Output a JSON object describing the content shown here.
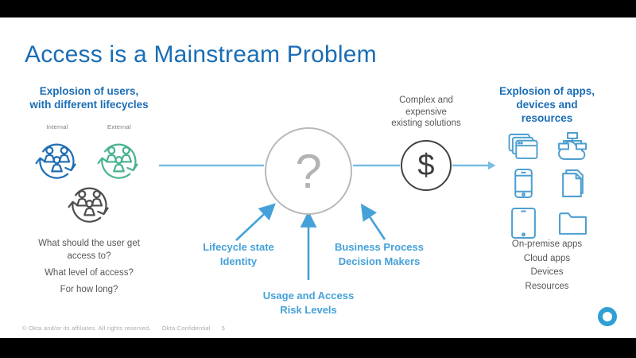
{
  "title": "Access is a Mainstream Problem",
  "colors": {
    "title_blue": "#1a6db5",
    "accent_blue": "#45a1d9",
    "line_blue": "#79bde3",
    "teal_icon": "#4ab38d",
    "dark_icon": "#4d4e50",
    "body_gray": "#565759",
    "muted_gray": "#a9abae",
    "circle_gray": "#b9b9b9",
    "okta_blue": "#2f9fd6",
    "right_icon_blue": "#4f9fd0"
  },
  "left": {
    "heading": [
      "Explosion of users,",
      "with different lifecycles"
    ],
    "icon_labels": [
      "Internal",
      "External"
    ],
    "icons": [
      "lifecycle-users-internal",
      "lifecycle-users-external",
      "lifecycle-users-other"
    ],
    "questions": [
      "What should the user get access to?",
      "What level of access?",
      "For how long?"
    ]
  },
  "center": {
    "question_mark": "?",
    "dollar_sign": "$",
    "cost_caption": [
      "Complex and",
      "expensive",
      "existing solutions"
    ],
    "factors": {
      "lifecycle": [
        "Lifecycle state",
        "Identity"
      ],
      "usage": [
        "Usage and Access",
        "Risk Levels"
      ],
      "business": [
        "Business Process",
        "Decision Makers"
      ]
    }
  },
  "right": {
    "heading": [
      "Explosion of apps,",
      "devices and",
      "resources"
    ],
    "icons": [
      "app-windows",
      "cloud-network",
      "smartphone",
      "documents",
      "tablet",
      "folder"
    ],
    "items": [
      "On-premise apps",
      "Cloud apps",
      "Devices",
      "Resources"
    ]
  },
  "footer": {
    "copyright": "© Okta and/or its affiliates. All rights reserved.",
    "classification": "Okta Confidential",
    "page_number": "5"
  }
}
